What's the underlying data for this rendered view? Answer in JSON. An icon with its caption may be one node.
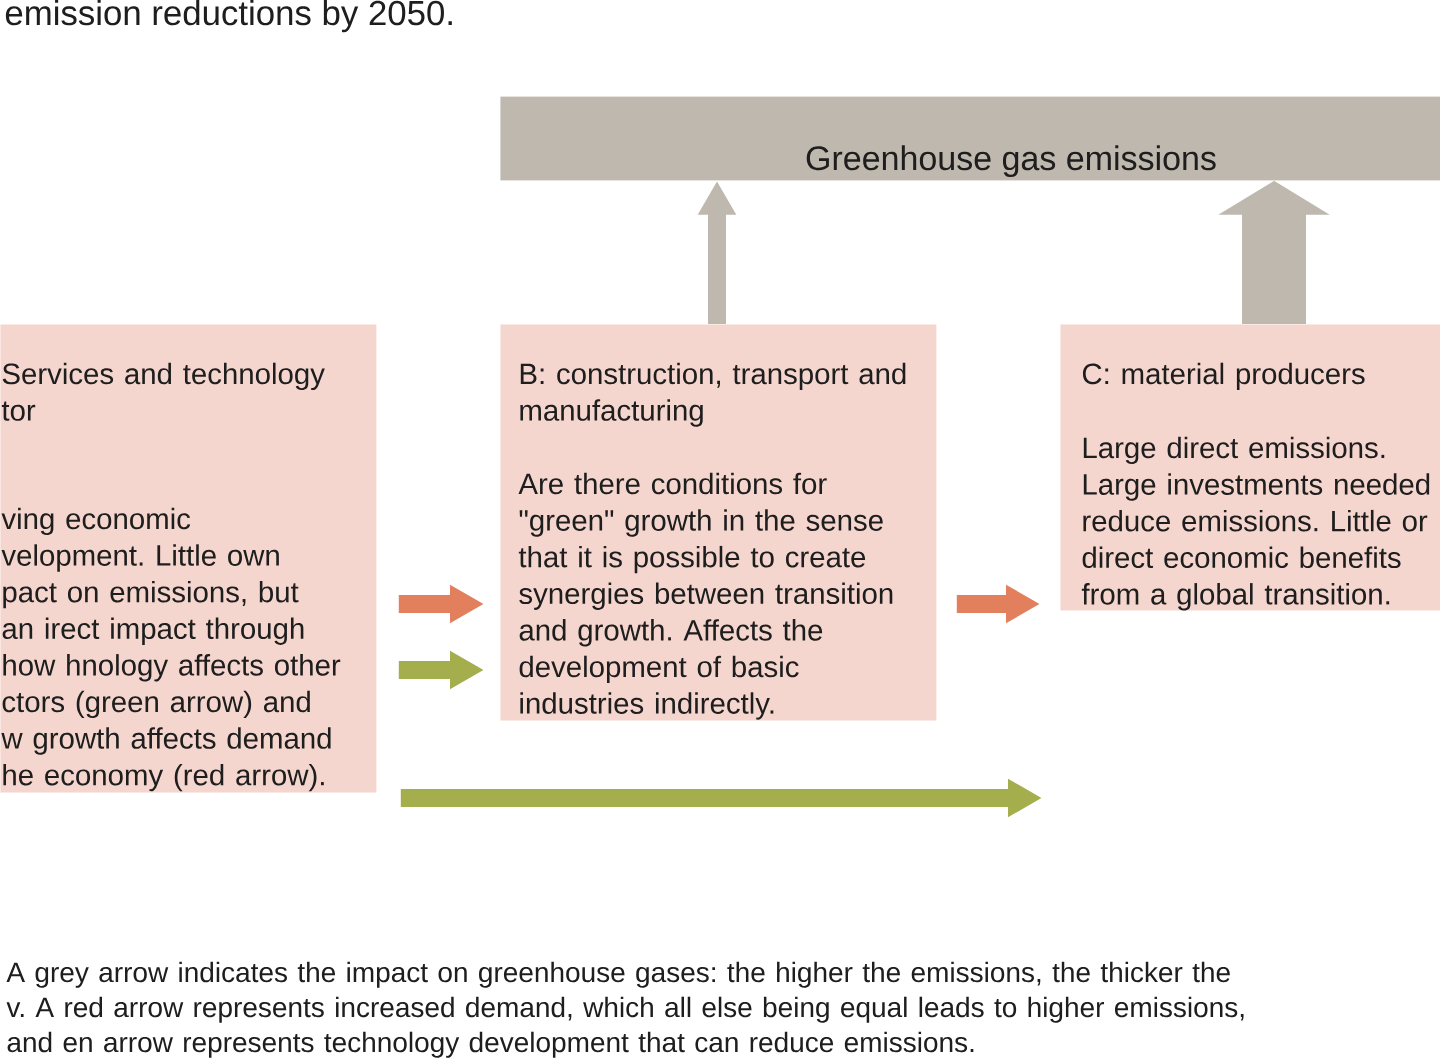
{
  "diagram": {
    "caption": "A grey arrow indicates the impact on greenhouse gases: the higher the emissions, the thicker the v. A red arrow represents increased demand, which all else being equal leads to higher emissions, and en arrow represents technology development that can reduce emissions.",
    "nodes": [
      {
        "text": [
          "Greenhouse gas emissions"
        ]
      },
      {
        "text": [
          "Services and technology tor",
          "ving economic velopment. Little own pact on emissions, but an irect impact through how hnology affects other ctors (green arrow) and w growth affects demand he economy (red arrow)."
        ]
      },
      {
        "text": [
          "B: construction, transport and manufacturing",
          "Are there conditions for \"green\" growth in the sense that it is possible to create synergies between transition and growth. Affects the development of basic industries indirectly."
        ]
      },
      {
        "text": [
          "C: material producers",
          "Large direct emissions. Large investments needed reduce emissions. Little or direct economic benefits from a global transition."
        ]
      }
    ],
    "edges": [
      {
        "from": 2,
        "to": 0,
        "arrow": "to",
        "color": "#bfb8ae"
      },
      {
        "from": 3,
        "to": 0,
        "arrow": "to",
        "style": "thick",
        "color": "#bfb8ae"
      },
      {
        "from": 1,
        "to": 2,
        "arrow": "to",
        "color": "#e27f5d"
      },
      {
        "from": 1,
        "to": 2,
        "arrow": "to",
        "color": "#a5ae4c"
      },
      {
        "from": 2,
        "to": 3,
        "arrow": "to",
        "color": "#e27f5d"
      },
      {
        "from": 1,
        "to": null,
        "arrow": "to",
        "color": "#a5ae4c"
      }
    ],
    "labels": [
      "emission reductions by 2050."
    ]
  }
}
